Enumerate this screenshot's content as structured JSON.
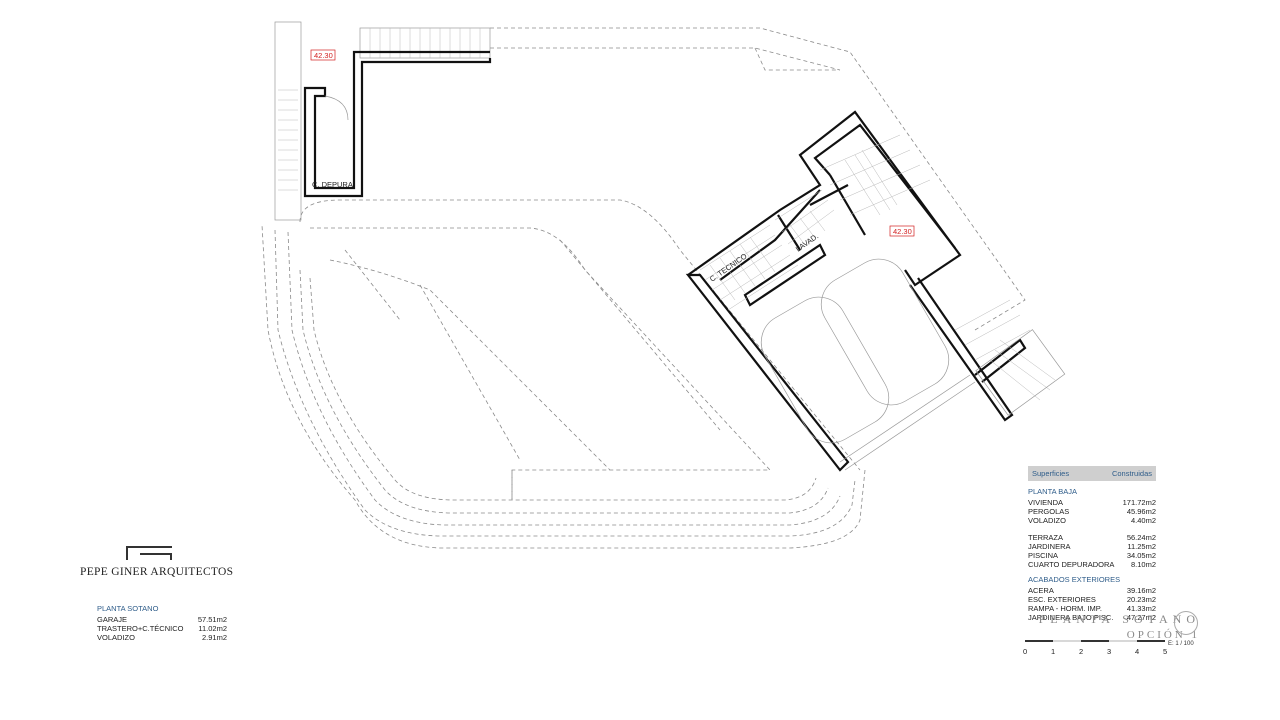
{
  "plan": {
    "level_marks": [
      "42.30",
      "42.30"
    ],
    "rooms": {
      "depura": "C. DEPURA",
      "tecnico": "C. TECNICO",
      "lavad": "LAVAD."
    }
  },
  "brand": {
    "name": "PEPE GINER ARQUITECTOS"
  },
  "planta_sotano": {
    "title": "PLANTA SOTANO",
    "rows": [
      {
        "label": "GARAJE",
        "value": "57.51m2"
      },
      {
        "label": "TRASTERO+C.TÉCNICO",
        "value": "11.02m2"
      },
      {
        "label": "VOLADIZO",
        "value": "2.91m2"
      }
    ]
  },
  "surfaces": {
    "header_left": "Superficies",
    "header_right": "Construidas",
    "planta_baja": {
      "title": "PLANTA BAJA",
      "rows_a": [
        {
          "label": "VIVIENDA",
          "value": "171.72m2"
        },
        {
          "label": "PERGOLAS",
          "value": "45.96m2"
        },
        {
          "label": "VOLADIZO",
          "value": "4.40m2"
        }
      ],
      "rows_b": [
        {
          "label": "TERRAZA",
          "value": "56.24m2"
        },
        {
          "label": "JARDINERA",
          "value": "11.25m2"
        },
        {
          "label": "PISCINA",
          "value": "34.05m2"
        },
        {
          "label": "CUARTO DEPURADORA",
          "value": "8.10m2"
        }
      ]
    },
    "acabados": {
      "title": "ACABADOS EXTERIORES",
      "rows": [
        {
          "label": "ACERA",
          "value": "39.16m2"
        },
        {
          "label": "ESC. EXTERIORES",
          "value": "20.23m2"
        },
        {
          "label": "RAMPA - HORM. IMP.",
          "value": "41.33m2"
        },
        {
          "label": "JARDINERA BAJO PISC.",
          "value": "47.27m2"
        }
      ]
    }
  },
  "sheet": {
    "title": "PLANTA SOTANO",
    "option": "OPCIÓN 1",
    "scale_label": "E: 1 / 100",
    "scale_ticks": [
      "0",
      "1",
      "2",
      "3",
      "4",
      "5"
    ]
  }
}
